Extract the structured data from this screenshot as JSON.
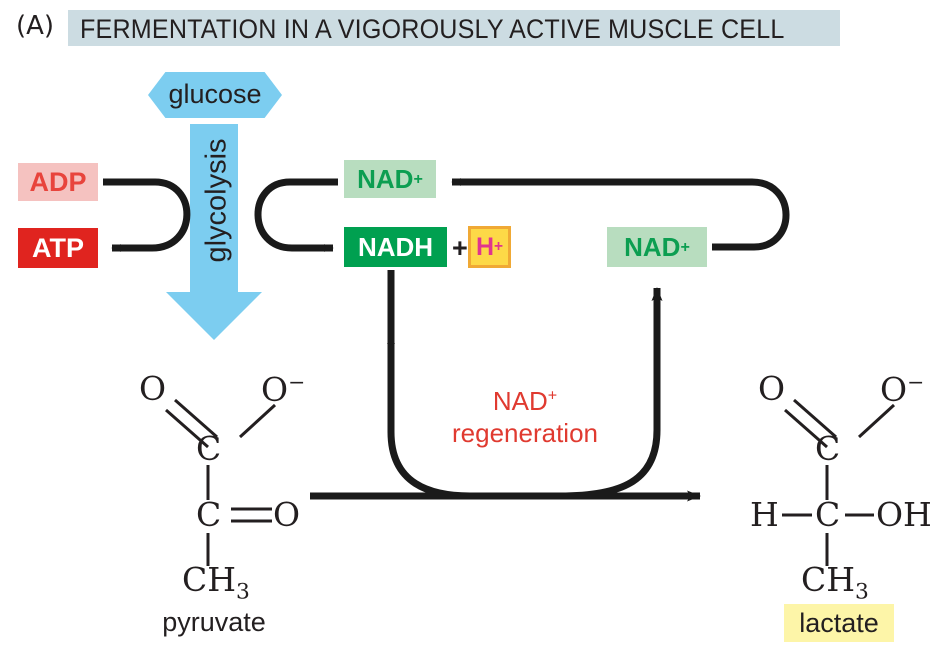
{
  "figure": {
    "panel_letter": "(A)",
    "title": "FERMENTATION IN A VIGOROUSLY ACTIVE MUSCLE CELL",
    "title_band_color": "#ccdce2",
    "background": "#ffffff"
  },
  "pathway": {
    "substrate": {
      "label": "glucose",
      "shape": "hexagon",
      "color": "#7ccdf0"
    },
    "process_arrow": {
      "label": "glycolysis",
      "direction": "down",
      "color": "#7ccdf0"
    },
    "energy": {
      "input_label": "ADP",
      "input_bg": "#f5c2c0",
      "input_fg": "#e8443c",
      "output_label": "ATP",
      "output_bg": "#e0241f",
      "output_fg": "#ffffff"
    },
    "cofactors": {
      "nad_oxidized_left": "NAD",
      "nad_oxidized_left_charge": "+",
      "nad_oxidized_left_bg": "#b8ddbf",
      "nad_oxidized_left_fg": "#0c9e51",
      "nadh_label": "NADH",
      "nadh_bg": "#00a050",
      "nadh_fg": "#ffffff",
      "plus_operator": "+",
      "proton_label": "H",
      "proton_charge": "+",
      "proton_bg": "#fdd947",
      "proton_border": "#f0a935",
      "proton_fg": "#e0348f",
      "nad_oxidized_right": "NAD",
      "nad_oxidized_right_charge": "+",
      "nad_oxidized_right_bg": "#b8ddbf",
      "nad_oxidized_right_fg": "#0c9e51"
    },
    "regeneration_caption": {
      "line1": "NAD",
      "line1_charge": "+",
      "line2": "regeneration",
      "color": "#e03a30"
    }
  },
  "molecules": {
    "pyruvate": {
      "name": "pyruvate",
      "atoms": {
        "carbonyl_o": "O",
        "carboxylate_o": "O",
        "carboxylate_charge": "−",
        "c1": "C",
        "c2": "C",
        "keto_o": "O",
        "methyl": "CH",
        "methyl_sub": "3"
      }
    },
    "lactate": {
      "name": "lactate",
      "highlight": "#fdf5a8",
      "atoms": {
        "carbonyl_o": "O",
        "carboxylate_o": "O",
        "carboxylate_charge": "−",
        "c1": "C",
        "hydrogen": "H",
        "c2": "C",
        "hydroxyl": "OH",
        "methyl": "CH",
        "methyl_sub": "3"
      }
    }
  }
}
